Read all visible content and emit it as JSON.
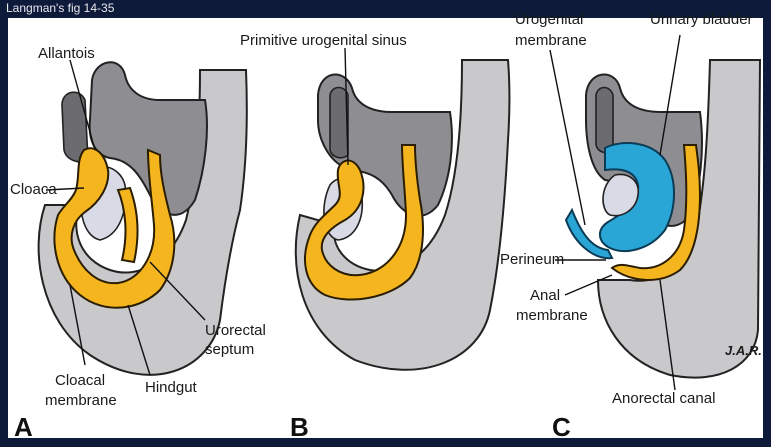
{
  "caption": "Langman's fig 14-35",
  "panels": [
    {
      "letter": "A",
      "labels": {
        "allantois": "Allantois",
        "cloaca": "Cloaca",
        "urorectal_septum_1": "Urorectal",
        "urorectal_septum_2": "septum",
        "cloacal_membrane_1": "Cloacal",
        "cloacal_membrane_2": "membrane",
        "hindgut": "Hindgut"
      }
    },
    {
      "letter": "B",
      "labels": {
        "primitive_urogenital_sinus": "Primitive urogenital sinus"
      }
    },
    {
      "letter": "C",
      "labels": {
        "urogenital_membrane_1": "Urogenital",
        "urogenital_membrane_2": "membrane",
        "urinary_bladder": "Urinary bladder",
        "perineum": "Perineum",
        "anal_membrane_1": "Anal",
        "anal_membrane_2": "membrane",
        "anorectal_canal": "Anorectal canal"
      }
    }
  ],
  "artist_signature": "J.A.R.",
  "colors": {
    "frame": "#0d1a3a",
    "panel_bg": "#ffffff",
    "endoderm": "#f5b51e",
    "urogenital": "#2aa6d6",
    "embryo_tissue": "#c9c9cc"
  }
}
